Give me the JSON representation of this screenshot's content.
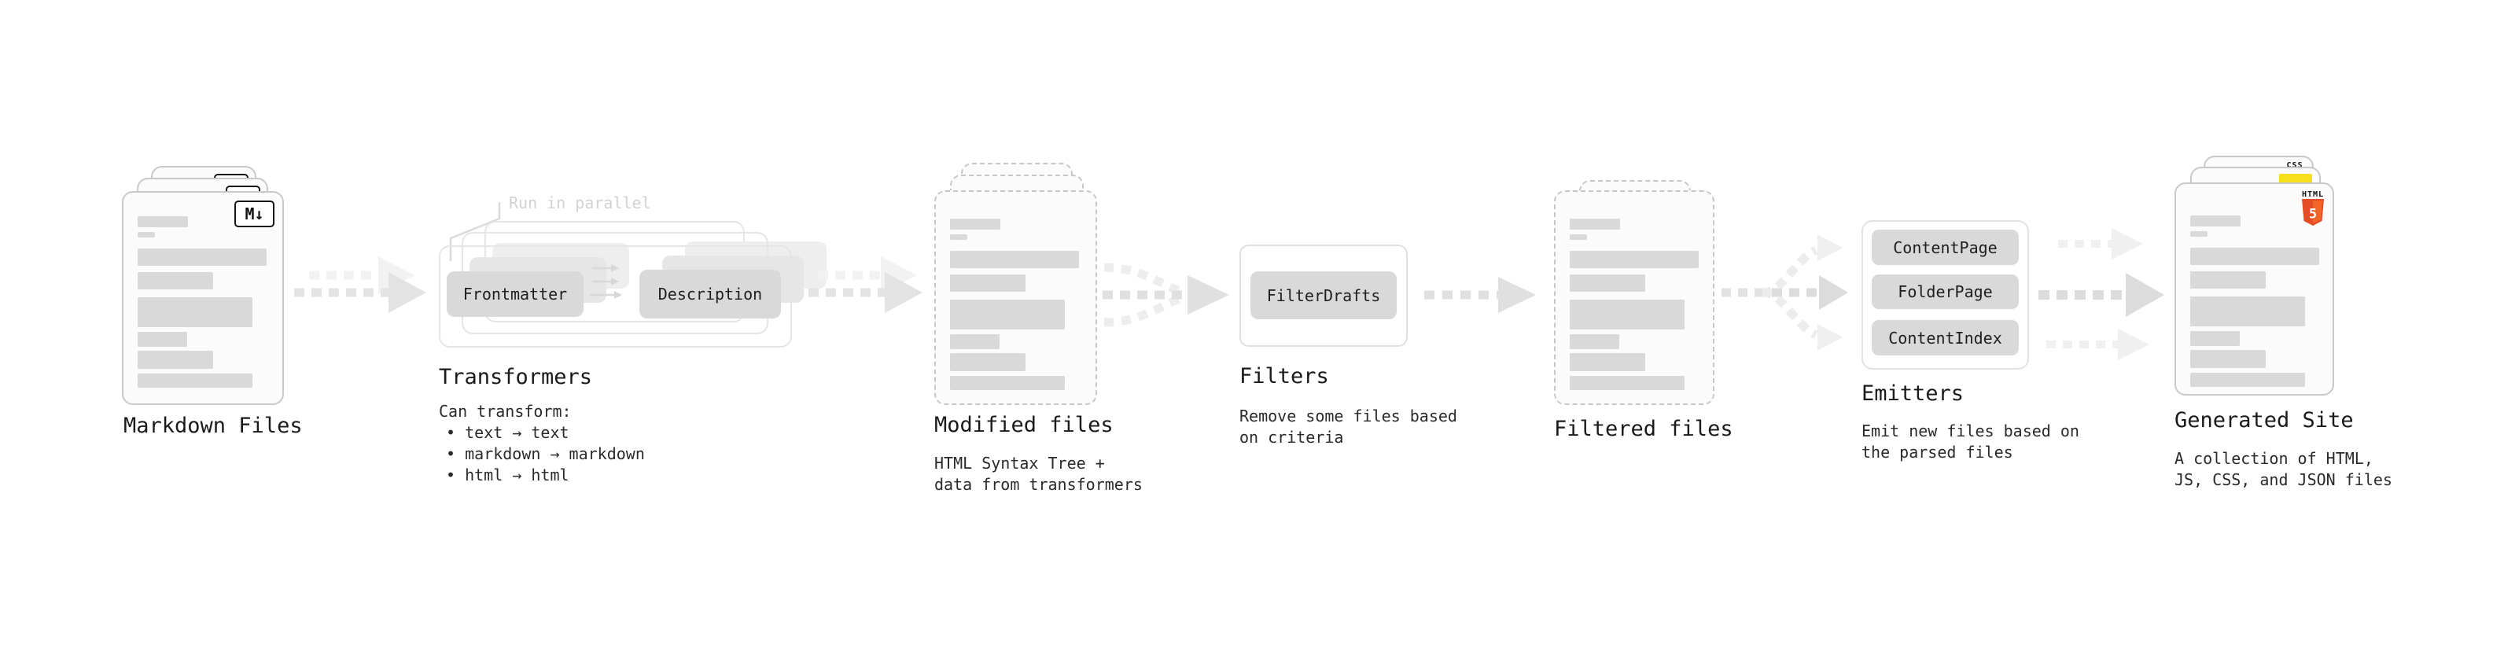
{
  "diagram": {
    "markdown_files": {
      "label": "Markdown Files",
      "icon": "M↓"
    },
    "transformers": {
      "label": "Transformers",
      "annotation": "Run in parallel",
      "left_pill": "Frontmatter",
      "right_pill": "Description",
      "caption_title": "Can transform:",
      "bullets": [
        "• text → text",
        "• markdown → markdown",
        "• html → html"
      ]
    },
    "modified_files": {
      "label": "Modified files",
      "caption_lines": [
        "HTML Syntax Tree +",
        "data from transformers"
      ]
    },
    "filters": {
      "label": "Filters",
      "pill": "FilterDrafts",
      "caption_lines": [
        "Remove some files based",
        "on criteria"
      ]
    },
    "filtered_files": {
      "label": "Filtered files"
    },
    "emitters": {
      "label": "Emitters",
      "pills": [
        "ContentPage",
        "FolderPage",
        "ContentIndex"
      ],
      "caption_lines": [
        "Emit new files based on",
        "the parsed files"
      ]
    },
    "generated_site": {
      "label": "Generated Site",
      "caption_lines": [
        "A collection of HTML,",
        "JS, CSS, and JSON files"
      ],
      "css_badge": "CSS",
      "html_badge": "HTML",
      "html_shield": "5"
    },
    "colors": {
      "html5_orange": "#e44d26",
      "html5_orange_light": "#f16529",
      "js_yellow": "#f7df1e",
      "css_blue": "#2965f1"
    }
  }
}
